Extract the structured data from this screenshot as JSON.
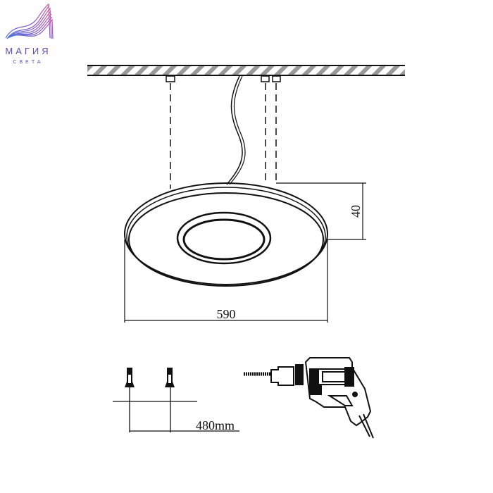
{
  "logo": {
    "line1": "МАГИЯ",
    "line2": "СВЕТА",
    "colors": {
      "start": "#4a6fd8",
      "mid": "#8a56c8",
      "end": "#d05ba8"
    }
  },
  "dimensions": {
    "diameter": "590",
    "height": "40",
    "mount_spacing": "480mm"
  },
  "colors": {
    "line": "#111111",
    "hatch": "#888888"
  }
}
